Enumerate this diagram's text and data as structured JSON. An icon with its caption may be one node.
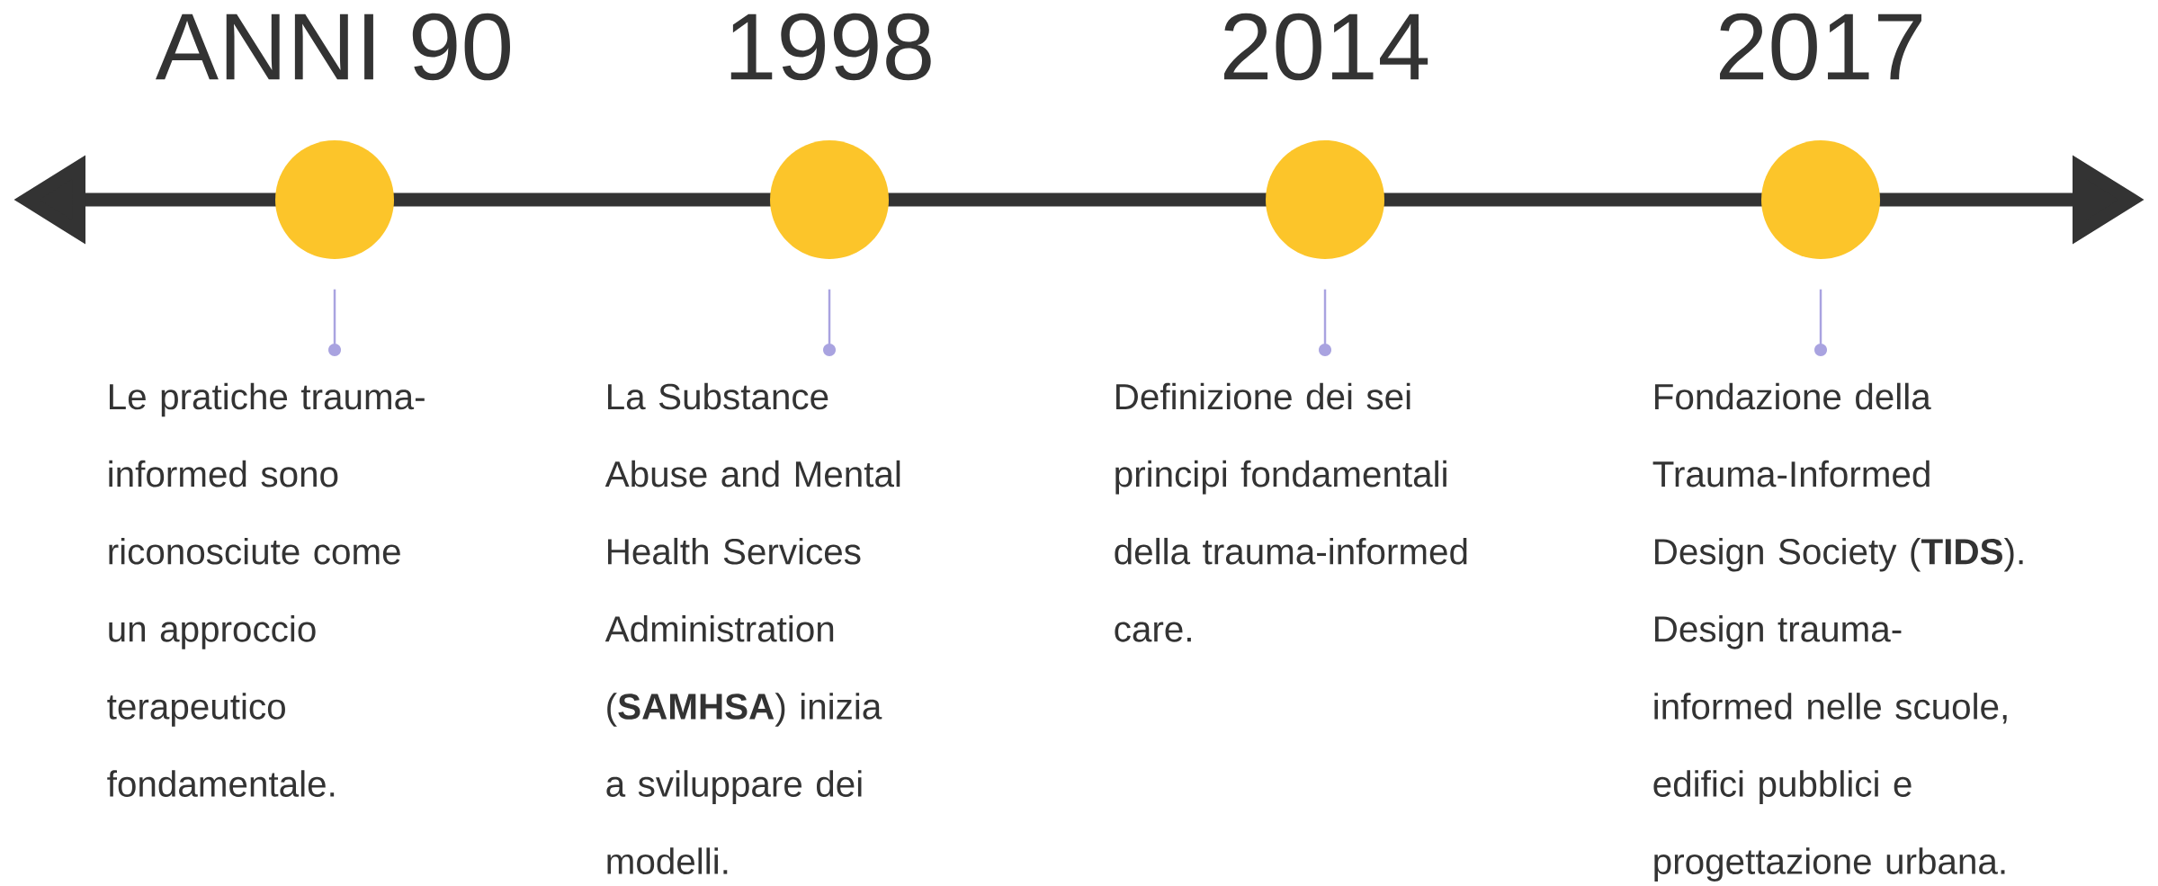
{
  "diagram": {
    "nodes": [
      {
        "text": [],
        "shape": "circle",
        "beside": [
          "ANNI 90"
        ]
      },
      {
        "text": [],
        "shape": "circle",
        "beside": [
          "1998"
        ]
      },
      {
        "text": [],
        "shape": "circle",
        "beside": [
          "2014"
        ]
      },
      {
        "text": [],
        "shape": "circle",
        "beside": [
          "2017"
        ]
      },
      {
        "text": [
          "Le pratiche trauma-informed sono riconosciute come un approccio terapeutico fondamentale."
        ]
      },
      {
        "text": [
          "La Substance Abuse and Mental Health Services Administration (**SAMHSA**) inizia a sviluppare dei modelli."
        ]
      },
      {
        "text": [
          "Definizione dei sei principi fondamentali della trauma-informed care."
        ]
      },
      {
        "text": [
          "Fondazione della Trauma-Informed Design Society (**TIDS**). Design trauma-informed nelle scuole, edifici pubblici e progettazione urbana."
        ]
      }
    ],
    "edges": [
      {
        "from": 0,
        "to": 4,
        "arrow": "other",
        "color": "#a9a3e0"
      },
      {
        "from": 1,
        "to": 5,
        "arrow": "other",
        "color": "#a9a3e0"
      },
      {
        "from": 2,
        "to": 6,
        "arrow": "other",
        "color": "#a9a3e0"
      },
      {
        "from": 3,
        "to": 7,
        "arrow": "other",
        "color": "#a9a3e0"
      }
    ]
  }
}
